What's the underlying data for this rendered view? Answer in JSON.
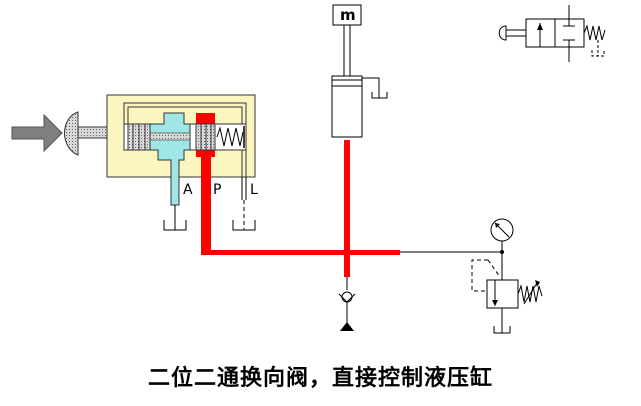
{
  "caption": "二位二通换向阀，直接控制液压缸",
  "valve": {
    "ports": {
      "a": "A",
      "p": "P",
      "l": "L"
    }
  },
  "cylinder": {
    "load_label": "m"
  },
  "colors": {
    "pressure_line": "#ff0000",
    "work_line": "#99e6e6",
    "valve_body": "#fbf5c0",
    "actuator_arrow": "#7f7f7f",
    "plunger": "#b8b8b8"
  }
}
